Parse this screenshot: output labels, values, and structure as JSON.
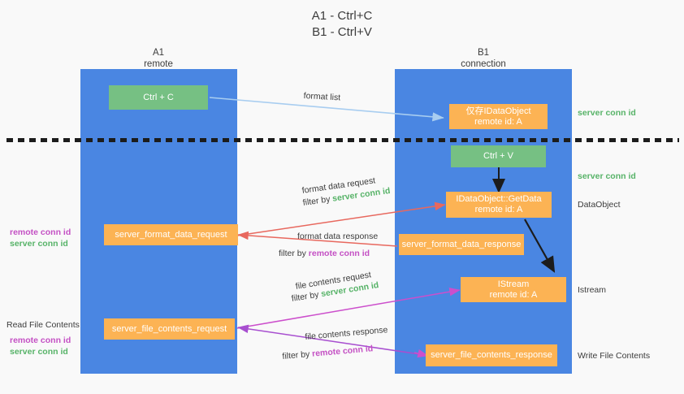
{
  "title": {
    "line1": "A1 - Ctrl+C",
    "line2": "B1 - Ctrl+V"
  },
  "columns": [
    {
      "name": "A1",
      "sub": "remote"
    },
    {
      "name": "B1",
      "sub": "connection"
    }
  ],
  "nodes": {
    "ctrl_c": "Ctrl + C",
    "ctrl_v": "Ctrl + V",
    "idataobject_line1": "仅存IDataObject",
    "idataobject_line2": "remote id: A",
    "getdata_line1": "IDataObject::GetData",
    "getdata_line2": "remote id: A",
    "istream_line1": "IStream",
    "istream_line2": "remote id: A",
    "server_format_data_request": "server_format_data_request",
    "server_format_data_response": "server_format_data_response",
    "server_file_contents_request": "server_file_contents_request",
    "server_file_contents_response": "server_file_contents_response"
  },
  "edge_labels": {
    "format_list": "format list",
    "format_data_request": "format data request",
    "format_data_request_filter_prefix": "filter by ",
    "format_data_request_filter_key": "server conn id",
    "format_data_response": "format data response",
    "format_data_response_filter_prefix": "filter by ",
    "format_data_response_filter_key": "remote conn id",
    "file_contents_request": "file contents request",
    "file_contents_request_filter_prefix": "filter by ",
    "file_contents_request_filter_key": "server conn id",
    "file_contents_response": "file contents response",
    "file_contents_response_filter_prefix": "filter by ",
    "file_contents_response_filter_key": "remote conn id"
  },
  "annotations": {
    "right_server_conn_id_1": "server conn id",
    "right_server_conn_id_2": "server conn id",
    "right_dataobject": "DataObject",
    "right_istream": "Istream",
    "right_write_file_contents": "Write File Contents",
    "left_remote_conn_id_1": "remote conn id",
    "left_server_conn_id_1": "server conn id",
    "left_read_file_contents": "Read File Contents",
    "left_remote_conn_id_2": "remote conn id",
    "left_server_conn_id_2": "server conn id"
  },
  "colors": {
    "background": "#f9f9f9",
    "lane_blue": "#4a86e2",
    "node_green": "#76c083",
    "node_orange": "#fcb354",
    "text_dark": "#3c3c3c",
    "accent_green": "#57b368",
    "accent_purple": "#c450c4",
    "arrow_light_blue": "#a8cdf0",
    "arrow_red": "#e8685e",
    "arrow_magenta": "#cc4fcc",
    "arrow_purple": "#a84fd0",
    "arrow_black": "#1c1c1c",
    "divider_black": "#1c1c1c"
  }
}
